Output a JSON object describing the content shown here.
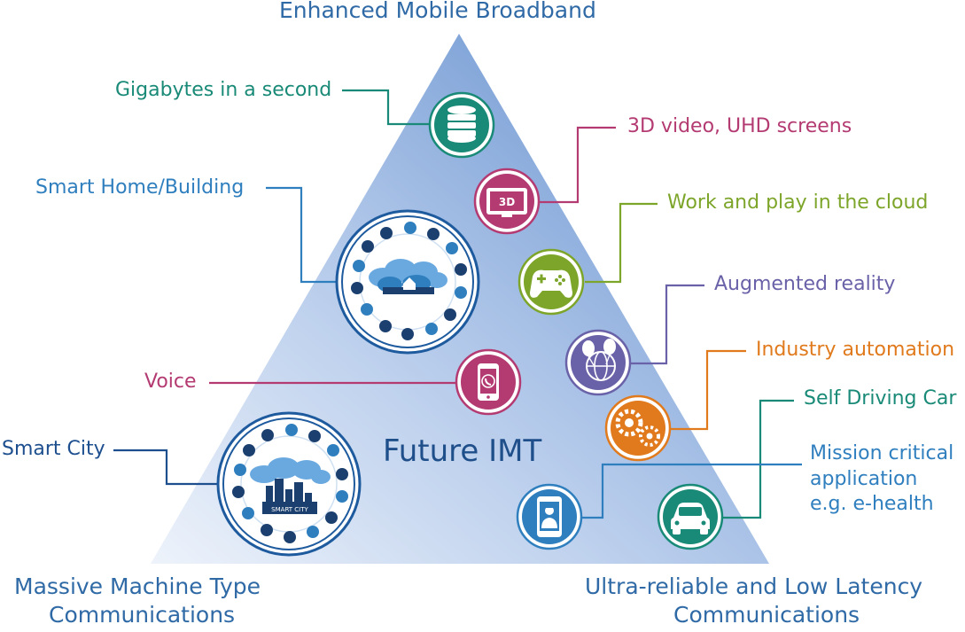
{
  "corners": {
    "top": "Enhanced Mobile Broadband",
    "bottom_left_line1": "Massive Machine Type",
    "bottom_left_line2": "Communications",
    "bottom_right_line1": "Ultra-reliable and Low Latency",
    "bottom_right_line2": "Communications"
  },
  "center_title": "Future IMT",
  "use_cases": {
    "gigabytes": "Gigabytes in a second",
    "video": "3D video, UHD screens",
    "smart_home": "Smart Home/Building",
    "cloud": "Work and play in the cloud",
    "ar": "Augmented reality",
    "industry": "Industry automation",
    "voice": "Voice",
    "self_driving": "Self Driving Car",
    "smart_city": "Smart City",
    "mission_line1": "Mission critical",
    "mission_line2": "application",
    "mission_line3": "e.g. e-health"
  },
  "icon_texts": {
    "tv_label": "3D",
    "smart_city_caption": "SMART CITY"
  },
  "colors": {
    "teal": "#198a77",
    "magenta": "#b43a72",
    "blue": "#2f7fbf",
    "green": "#7da52a",
    "purple": "#6a62a8",
    "orange": "#e07a1c",
    "dark_blue": "#1d4f8f",
    "triangle_light": "#dfe8f6",
    "triangle_dark": "#5f8ccc"
  },
  "icons": [
    "database-icon",
    "tv-3d-icon",
    "gamepad-icon",
    "globe-balloons-icon",
    "gears-icon",
    "smartphone-icon",
    "doctor-phone-icon",
    "car-icon",
    "smart-home-icon",
    "smart-city-icon"
  ]
}
